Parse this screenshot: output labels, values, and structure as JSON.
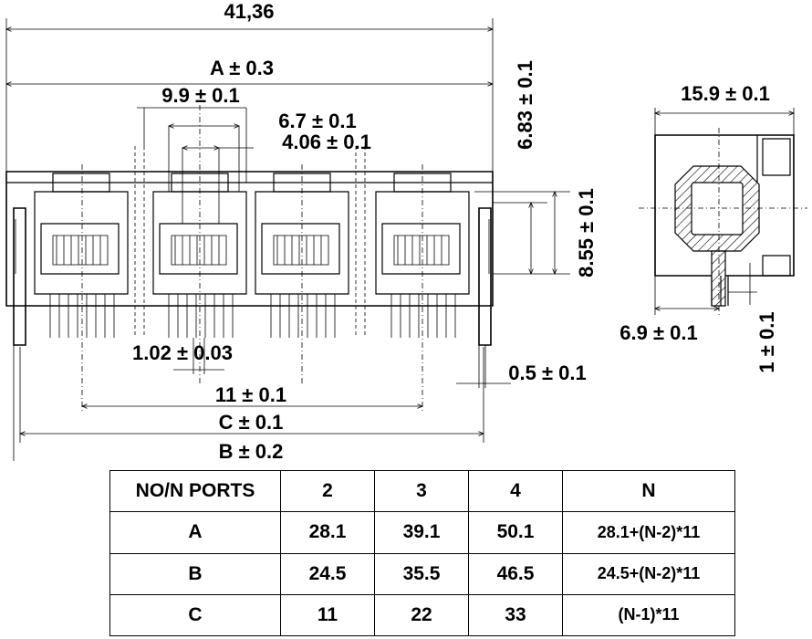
{
  "front_view": {
    "overall_width": "41,36",
    "dim_a": "A ± 0.3",
    "dim_pitch": "9.9 ± 0.1",
    "dim_67": "6.7 ± 0.1",
    "dim_406": "4.06 ± 0.1",
    "dim_pin": "1.02 ± 0.03",
    "dim_11": "11 ± 0.1",
    "dim_c": "C ± 0.1",
    "dim_b": "B ± 0.2",
    "dim_05": "0.5 ± 0.1",
    "dim_683": "6.83 ± 0.1",
    "dim_855": "8.55 ± 0.1"
  },
  "side_view": {
    "dim_159": "15.9 ± 0.1",
    "dim_69": "6.9 ± 0.1",
    "dim_1": "1 ± 0.1"
  },
  "table": {
    "header": [
      "NO/N PORTS",
      "2",
      "3",
      "4",
      "N"
    ],
    "rows": [
      [
        "A",
        "28.1",
        "39.1",
        "50.1",
        "28.1+(N-2)*11"
      ],
      [
        "B",
        "24.5",
        "35.5",
        "46.5",
        "24.5+(N-2)*11"
      ],
      [
        "C",
        "11",
        "22",
        "33",
        "(N-1)*11"
      ]
    ]
  }
}
